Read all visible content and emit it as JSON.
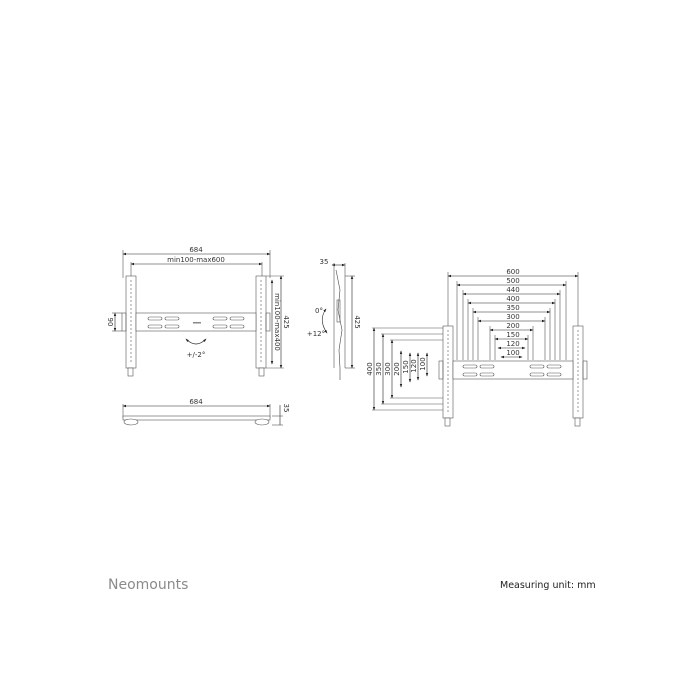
{
  "brand": "Neomounts",
  "measuring_unit": "Measuring unit: mm",
  "front_view": {
    "overall_width": "684",
    "hole_span_horizontal": "min100-max600",
    "overall_height": "425",
    "hole_span_vertical": "min100-max400",
    "rail_height": "90",
    "level_adjust": "+/-2°"
  },
  "top_view": {
    "width": "684",
    "depth": "35"
  },
  "side_view": {
    "depth": "35",
    "height": "425",
    "tilt_top": "0°",
    "tilt_bottom": "+12°"
  },
  "vesa_pattern": {
    "horizontal": [
      "600",
      "500",
      "440",
      "400",
      "350",
      "300",
      "200",
      "150",
      "120",
      "100"
    ],
    "vertical": [
      "400",
      "350",
      "300",
      "200",
      "150",
      "120",
      "100"
    ]
  }
}
